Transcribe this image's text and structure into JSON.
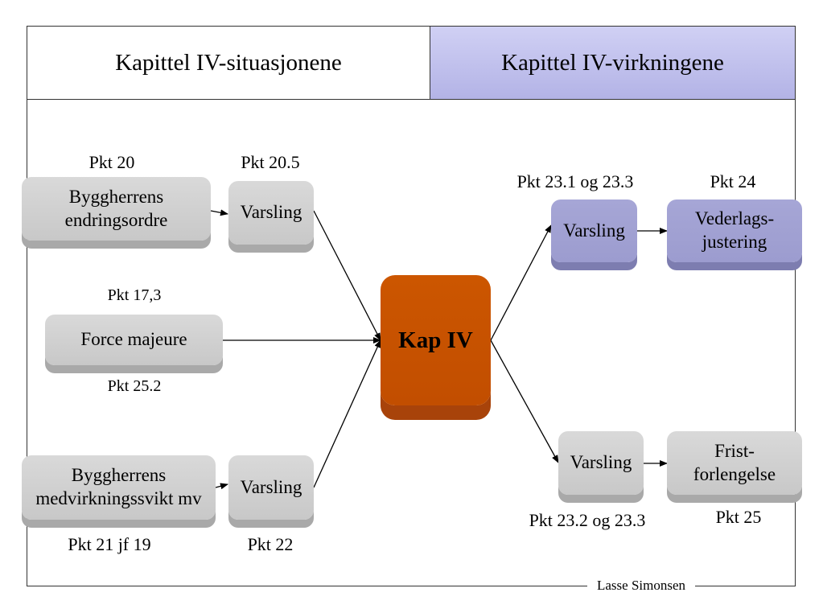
{
  "header": {
    "left_title": "Kapittel IV-situasjonene",
    "right_title": "Kapittel IV-virkningene"
  },
  "nodes": {
    "byggherrens_endringsordre": {
      "line1": "Byggherrens",
      "line2": "endringsordre"
    },
    "varsling_20_5": "Varsling",
    "force_majeure": "Force majeure",
    "byggherrens_medvirkning": {
      "line1": "Byggherrens",
      "line2": "medvirkningssvikt mv"
    },
    "varsling_22": "Varsling",
    "kap_iv": "Kap IV",
    "varsling_23_1": "Varsling",
    "vederlagsjustering": {
      "line1": "Vederlags-",
      "line2": "justering"
    },
    "varsling_23_2": "Varsling",
    "fristforlengelse": {
      "line1": "Frist-",
      "line2": "forlengelse"
    }
  },
  "labels": {
    "pkt_20": "Pkt 20",
    "pkt_20_5": "Pkt 20.5",
    "pkt_17_3": "Pkt 17,3",
    "pkt_25_2": "Pkt 25.2",
    "pkt_21_jf_19": "Pkt 21 jf 19",
    "pkt_22": "Pkt 22",
    "pkt_23_1_og_23_3": "Pkt 23.1 og 23.3",
    "pkt_24": "Pkt 24",
    "pkt_23_2_og_23_3": "Pkt 23.2 og 23.3",
    "pkt_25": "Pkt 25"
  },
  "credit": "Lasse Simonsen",
  "colors": {
    "gray_box": "#d0d0d0",
    "purple_box": "#a3a3d3",
    "orange_box": "#c75200",
    "header_right": "#c4c4ee"
  }
}
